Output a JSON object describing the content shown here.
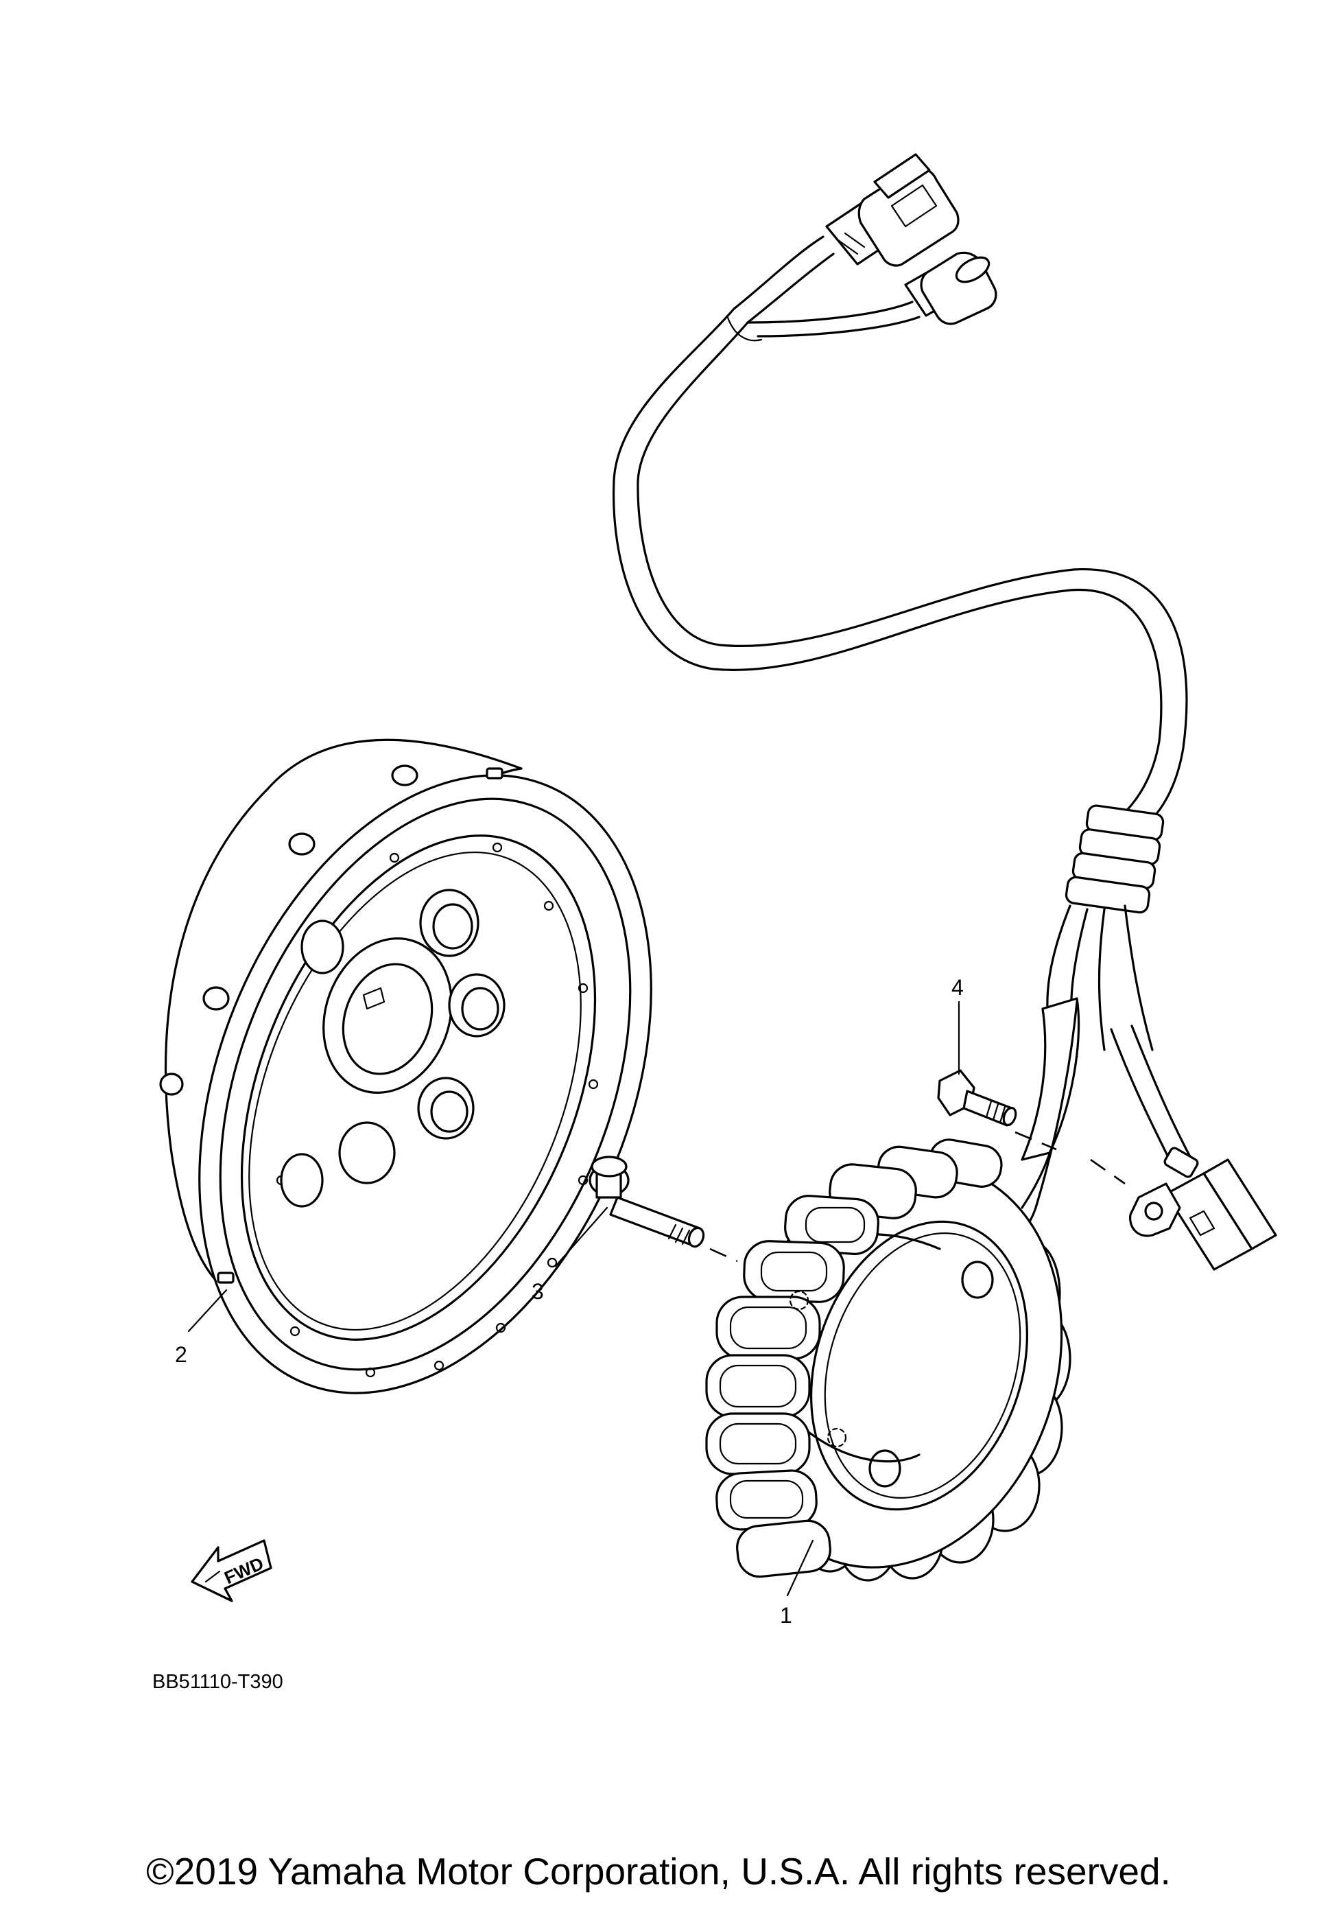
{
  "callouts": {
    "stator": "1",
    "rotor": "2",
    "bolt_long": "3",
    "bolt_short": "4"
  },
  "fwd_label": "FWD",
  "diagram_code": "BB51110-T390",
  "copyright": "©2019 Yamaha Motor Corporation, U.S.A. All rights reserved."
}
